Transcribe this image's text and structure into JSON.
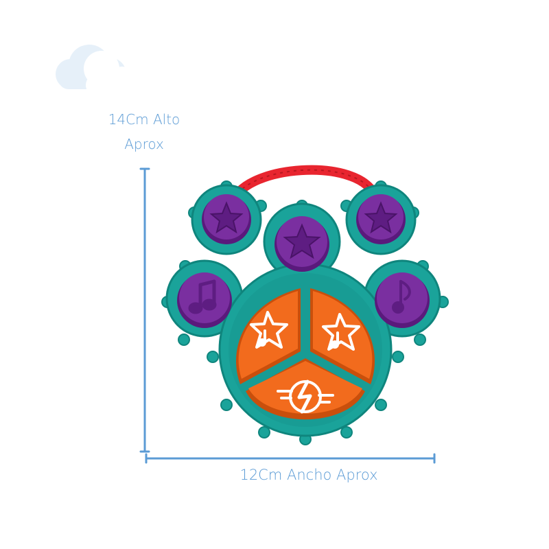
{
  "dimensions": {
    "height_line1": "14Cm Alto",
    "height_line2": "Aprox",
    "width_text": "12Cm Ancho Aprox"
  },
  "colors": {
    "measure_line": "#5b9bd5",
    "cloud": "#e3eef8",
    "toy_body": "#1aa39a",
    "toy_body_dark": "#0f857d",
    "button_purple": "#7a2fa0",
    "button_purple_dark": "#5a1a7c",
    "pad_orange": "#f26b1d",
    "pad_orange_dark": "#c94f0c",
    "handle_red": "#e8252f"
  },
  "icons": [
    "cloud-icon",
    "star-icon",
    "music-note-icon",
    "lightning-icon"
  ]
}
